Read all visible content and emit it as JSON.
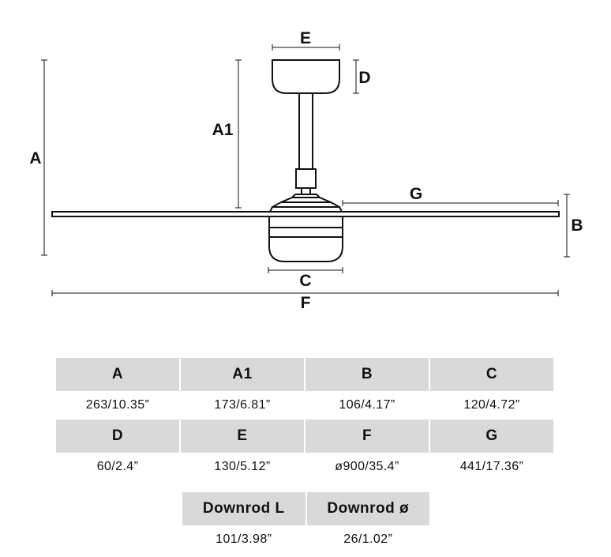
{
  "diagram": {
    "labels": {
      "A": "A",
      "A1": "A1",
      "B": "B",
      "C": "C",
      "D": "D",
      "E": "E",
      "F": "F",
      "G": "G"
    }
  },
  "table": {
    "rows": [
      [
        {
          "label": "A",
          "value": "263/10.35”"
        },
        {
          "label": "A1",
          "value": "173/6.81”"
        },
        {
          "label": "B",
          "value": "106/4.17”"
        },
        {
          "label": "C",
          "value": "120/4.72”"
        }
      ],
      [
        {
          "label": "D",
          "value": "60/2.4”"
        },
        {
          "label": "E",
          "value": "130/5.12”"
        },
        {
          "label": "F",
          "value": "ø900/35.4”"
        },
        {
          "label": "G",
          "value": "441/17.36”"
        }
      ]
    ],
    "extra": [
      {
        "label": "Downrod L",
        "value": "101/3.98”"
      },
      {
        "label": "Downrod ø",
        "value": "26/1.02”"
      }
    ]
  }
}
